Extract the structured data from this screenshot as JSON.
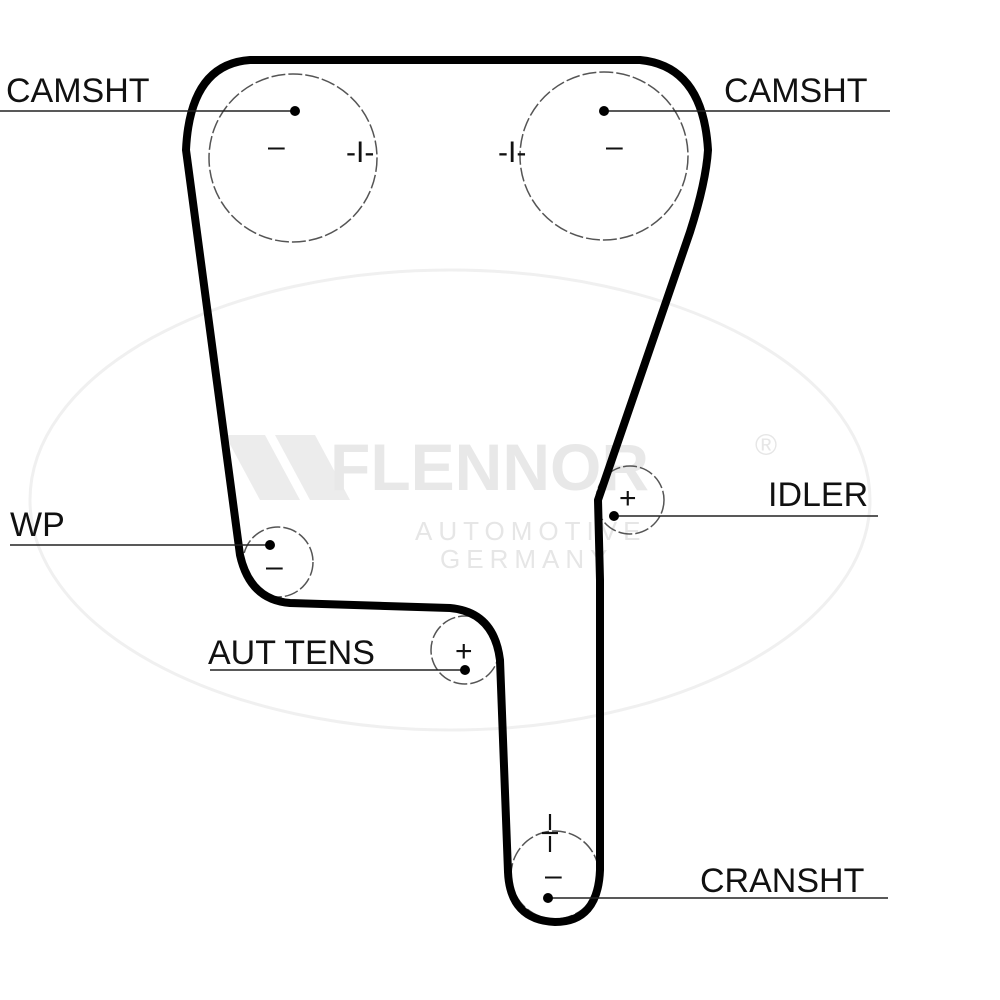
{
  "labels": {
    "camshaft_left": "CAMSHT",
    "camshaft_right": "CAMSHT",
    "water_pump": "WP",
    "auto_tensioner": "AUT TENS",
    "idler": "IDLER",
    "crankshaft": "CRANSHT"
  },
  "marks": {
    "camshaft_left_inner": "–",
    "camshaft_left_side": "-I-",
    "camshaft_right_side": "-I-",
    "camshaft_right_inner": "–",
    "water_pump": "–",
    "auto_tensioner": "+",
    "idler": "+",
    "crankshaft": "–"
  },
  "watermark": {
    "brand": "FLENNOR",
    "registered": "®",
    "line1": "AUTOMOTIVE",
    "line2": "GERMANY"
  },
  "colors": {
    "belt": "#000000",
    "pulley_outline": "#555555",
    "watermark": "#e6e6e6"
  }
}
